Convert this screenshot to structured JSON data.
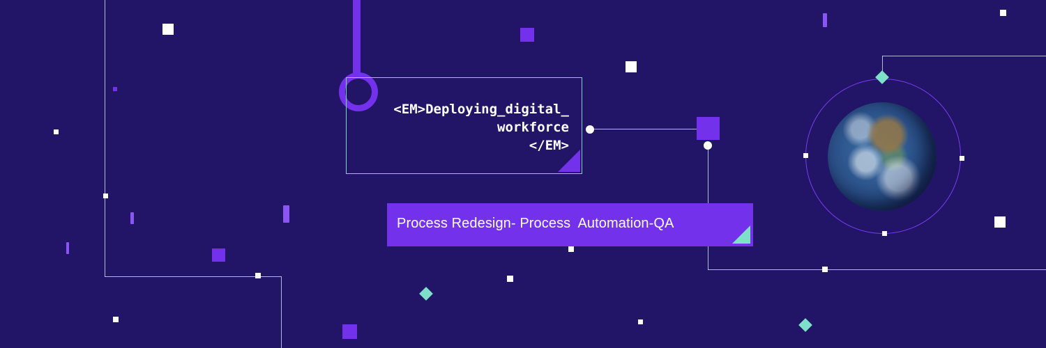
{
  "banner": {
    "code_label": {
      "line1": "<EM>Deploying_digital_",
      "line2": "workforce",
      "line3": "</EM>"
    },
    "tagline": "Process Redesign- Process  Automation-QA"
  },
  "icons": {
    "globe": "earth-globe-icon",
    "node": "connector-ring-icon"
  },
  "colors": {
    "background": "#221466",
    "accent_purple": "#7331ec",
    "accent_teal": "#7fe0c9",
    "line": "#cdd7f0"
  }
}
